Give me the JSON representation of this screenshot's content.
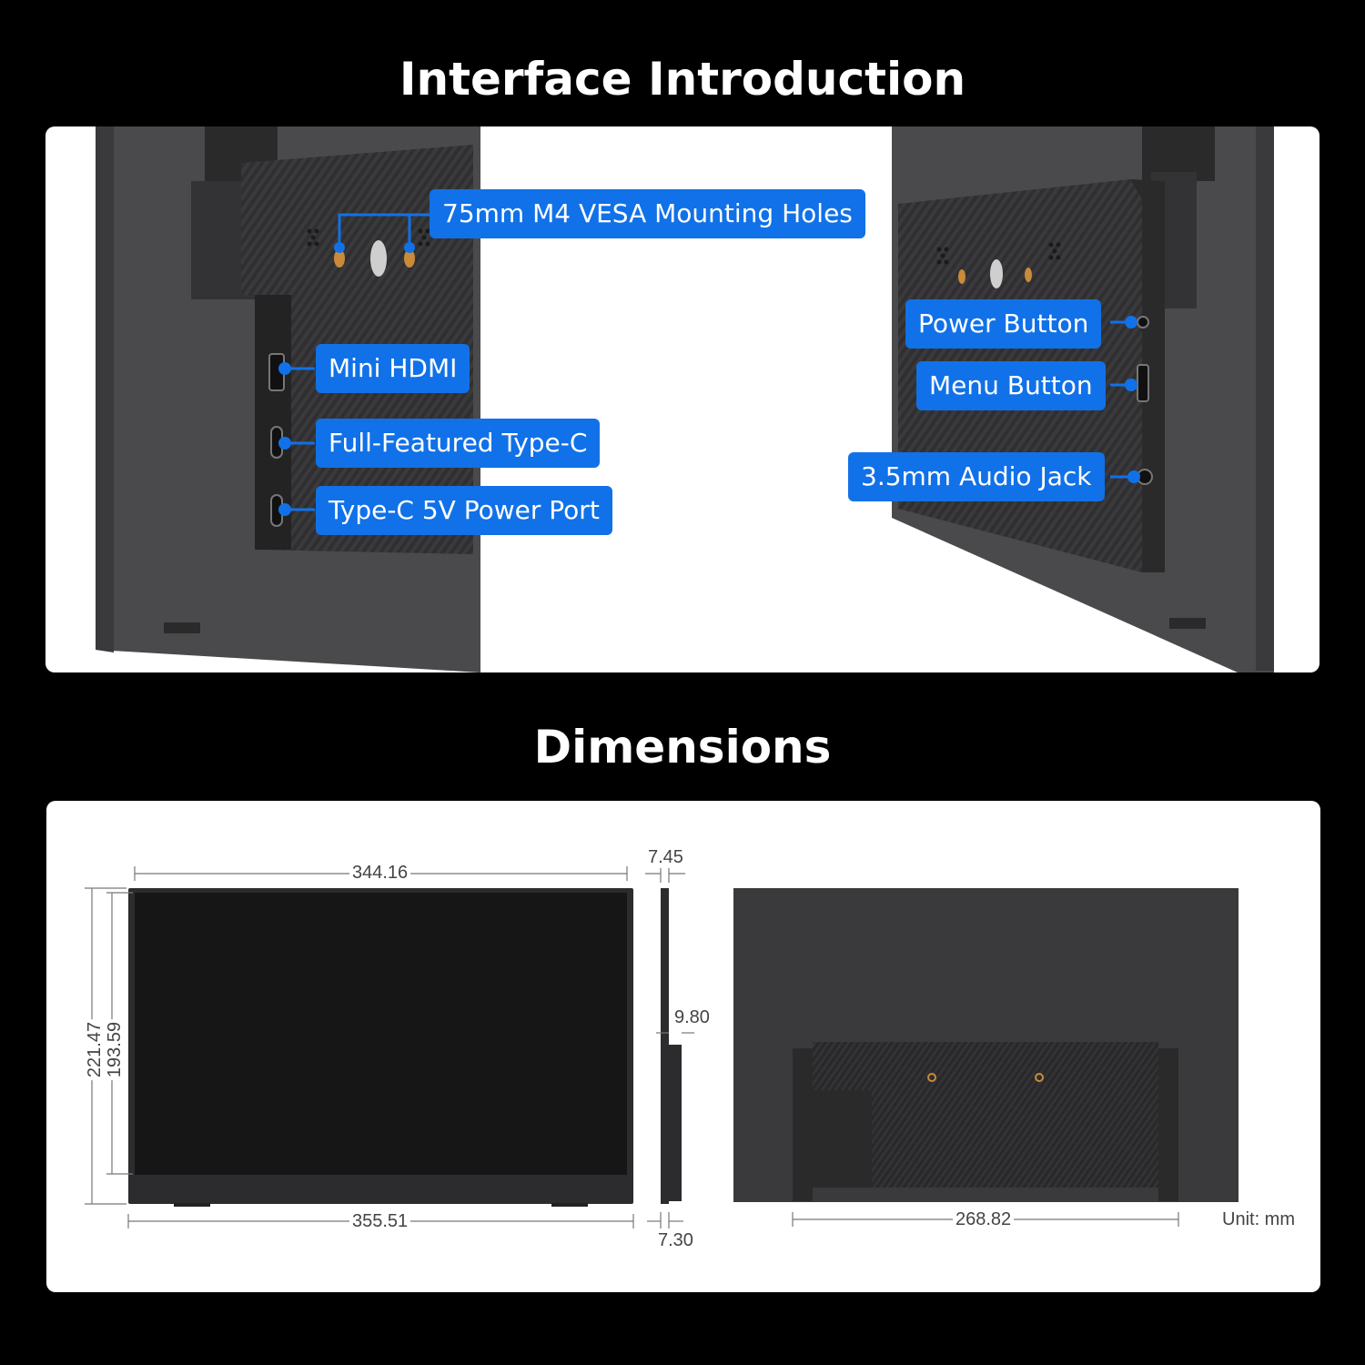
{
  "interface_section": {
    "title": "Interface Introduction",
    "left_callouts": {
      "vesa": "75mm M4 VESA Mounting Holes",
      "mini_hdmi": "Mini HDMI",
      "type_c_full": "Full-Featured Type-C",
      "type_c_power": "Type-C 5V Power Port"
    },
    "right_callouts": {
      "power_button": "Power Button",
      "menu_button": "Menu Button",
      "audio_jack": "3.5mm Audio Jack"
    },
    "accent_color": "#1171e8"
  },
  "dimensions_section": {
    "title": "Dimensions",
    "front": {
      "top_width": "344.16",
      "bottom_width": "355.51",
      "outer_height": "221.47",
      "inner_height": "193.59"
    },
    "side": {
      "top_thickness": "7.45",
      "stand_thickness": "9.80",
      "bottom_thickness": "7.30"
    },
    "back": {
      "stand_width": "268.82"
    },
    "unit_label": "Unit: mm"
  }
}
